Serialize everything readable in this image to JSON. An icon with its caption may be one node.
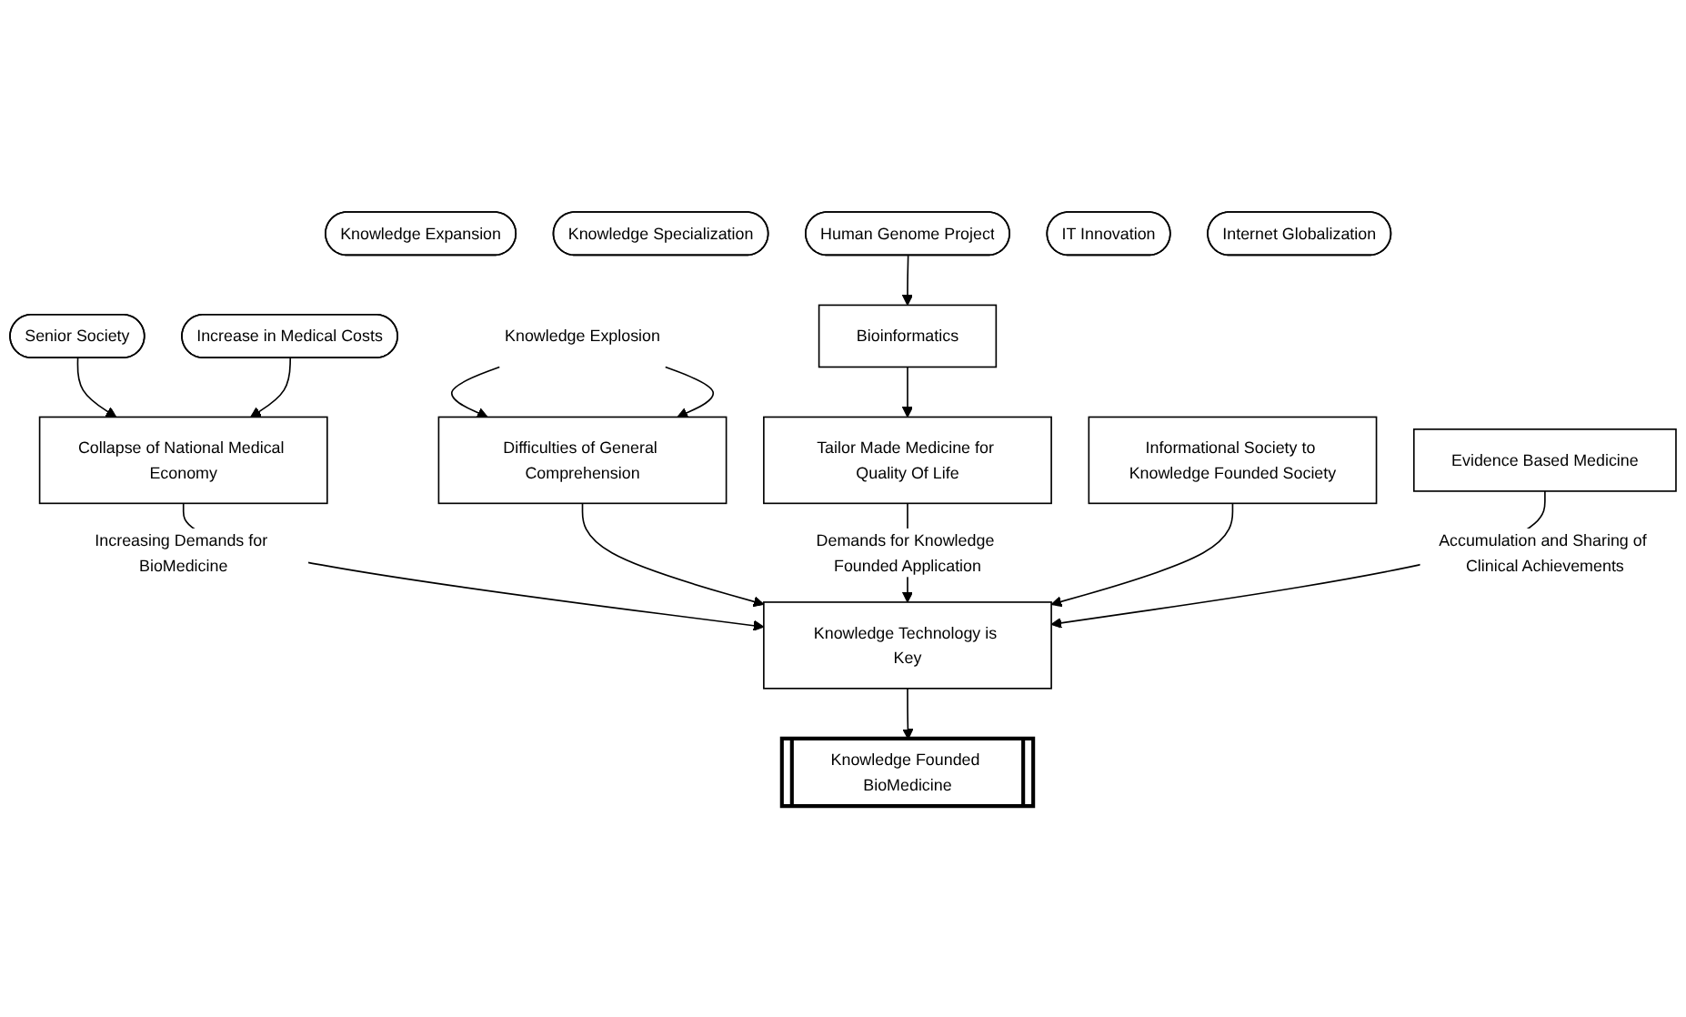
{
  "diagram": {
    "nodes": [
      {
        "text": [
          "Senior Society"
        ]
      },
      {
        "text": [
          "Increase in Medical Costs"
        ]
      },
      {
        "text": [
          "Knowledge Expansion"
        ]
      },
      {
        "text": [
          "Knowledge Specialization"
        ]
      },
      {
        "text": [
          "Human Genome Project"
        ]
      },
      {
        "text": [
          "Collapse of National Medical Economy"
        ]
      },
      {
        "text": [
          "Knowledge Explosion"
        ]
      },
      {
        "text": [
          "Difficulties of General Comprehension"
        ]
      },
      {
        "text": [
          "Bioinformatics"
        ]
      },
      {
        "text": [
          "Tailor Made Medicine for Quality Of Life"
        ]
      },
      {
        "text": [
          "IT Innovation"
        ]
      },
      {
        "text": [
          "Informational Society to Knowledge Founded Society"
        ]
      },
      {
        "text": [
          "Internet Globalization"
        ]
      },
      {
        "text": [
          "Knowledge Technology is Key"
        ]
      },
      {
        "text": [
          "Evidence Based Medicine"
        ]
      },
      {
        "text": [
          "Knowledge Founded BioMedicine"
        ]
      }
    ],
    "edges": [
      {
        "from": 0,
        "to": 5,
        "arrow": "to"
      },
      {
        "from": 1,
        "to": 5,
        "arrow": "to"
      },
      {
        "from": 6,
        "to": 7,
        "arrow": "to"
      },
      {
        "from": 6,
        "to": 7,
        "arrow": "to"
      },
      {
        "from": 4,
        "to": 8,
        "arrow": "to"
      },
      {
        "from": 8,
        "to": 9,
        "arrow": "to"
      },
      {
        "from": 5,
        "to": 13,
        "arrow": "to",
        "label": "Increasing Demands for BioMedicine"
      },
      {
        "from": 7,
        "to": 13,
        "arrow": "to"
      },
      {
        "from": 9,
        "to": 13,
        "arrow": "to",
        "label": "Demands for Knowledge Founded Application"
      },
      {
        "from": 11,
        "to": 13,
        "arrow": "to"
      },
      {
        "from": 14,
        "to": 13,
        "arrow": "to",
        "label": "Accumulation and Sharing of Clinical Achievements"
      },
      {
        "from": 13,
        "to": 15,
        "arrow": "to"
      }
    ]
  }
}
